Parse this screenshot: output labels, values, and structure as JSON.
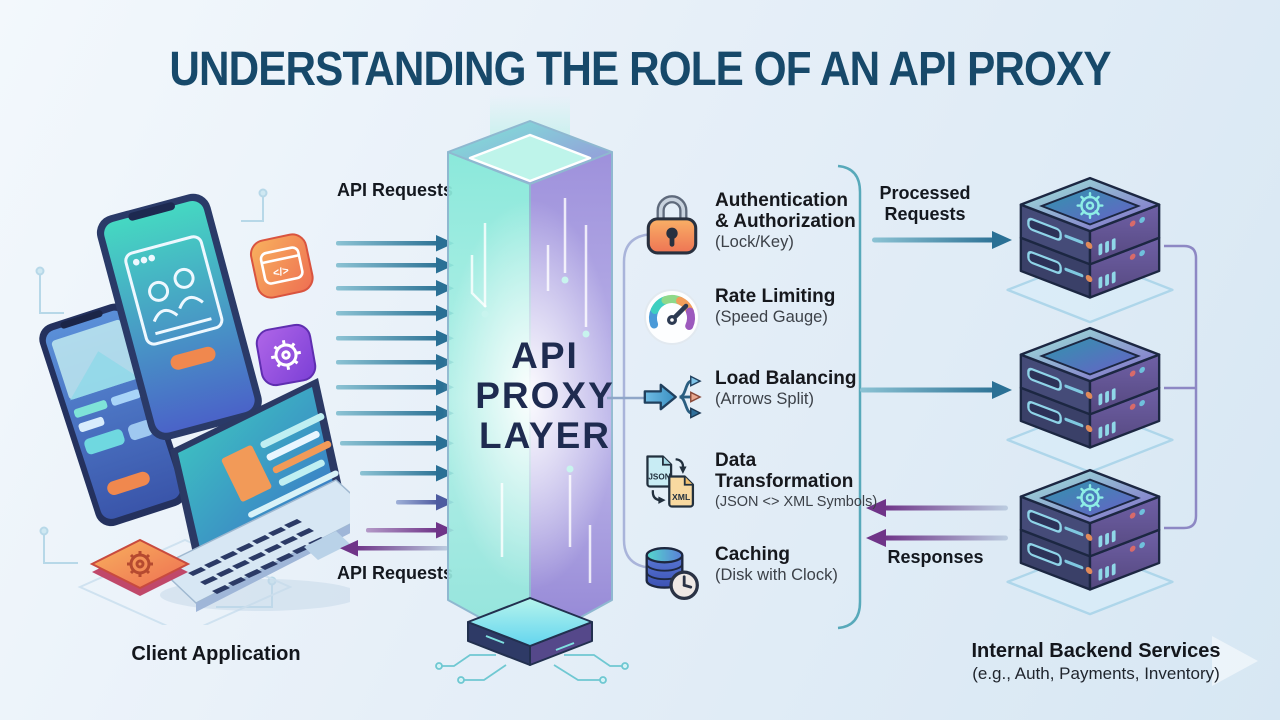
{
  "title": "UNDERSTANDING THE ROLE OF AN API PROXY",
  "client": {
    "label": "Client Application"
  },
  "flows": {
    "api_requests_top": "API Requests",
    "api_requests_bottom": "API Requests",
    "processed_requests": "Processed Requests",
    "responses": "Responses"
  },
  "proxy": {
    "line1": "API",
    "line2": "PROXY",
    "line3": "LAYER"
  },
  "features": [
    {
      "line1": "Authentication",
      "line2": "& Authorization",
      "subtitle": "(Lock/Key)",
      "icon": "lock-icon"
    },
    {
      "line1": "Rate Limiting",
      "line2": "",
      "subtitle": "(Speed Gauge)",
      "icon": "speed-gauge-icon"
    },
    {
      "line1": "Load Balancing",
      "line2": "",
      "subtitle": "(Arrows Split)",
      "icon": "split-arrows-icon"
    },
    {
      "line1": "Data",
      "line2": "Transformation",
      "subtitle": "(JSON <> XML Symbols)",
      "icon": "json-xml-icon"
    },
    {
      "line1": "Caching",
      "line2": "",
      "subtitle": "(Disk with Clock)",
      "icon": "disk-clock-icon"
    }
  ],
  "file_labels": {
    "json": "JSON",
    "xml": "XML"
  },
  "backend": {
    "label": "Internal Backend Services",
    "sublabel": "(e.g., Auth, Payments, Inventory)"
  },
  "colors": {
    "title_navy": "#17496a",
    "tower_text_navy": "#1e2b50",
    "arrow_teal": "#2e7d9e",
    "arrow_purple": "#7b3f92"
  }
}
